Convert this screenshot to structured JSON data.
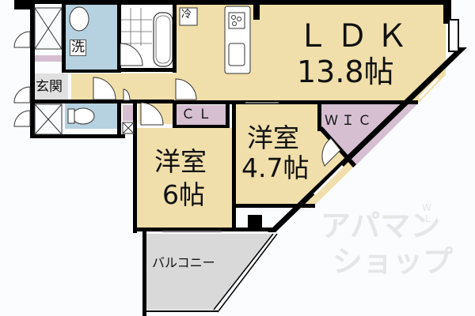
{
  "floor_plan": {
    "colors": {
      "living": "#f0dfaa",
      "wet_area": "#b6d1e0",
      "storage": "#d5bfd1",
      "balcony": "#d9d9d9",
      "wall": "#000000",
      "background": "#fbfcfd",
      "watermark": "#e6e6e6"
    },
    "rooms": {
      "ldk": {
        "name": "ＬＤＫ",
        "area": "13.8帖"
      },
      "western_room_1": {
        "name": "洋室",
        "area": "6帖"
      },
      "western_room_2": {
        "name": "洋室",
        "area": "4.7帖"
      },
      "closet": {
        "label": "ＣＬ"
      },
      "walk_in_closet": {
        "label": "ＷＩＣ"
      },
      "washroom": {
        "label": "洗"
      },
      "entrance": {
        "label": "玄関"
      },
      "refrigerator": {
        "label": "冷"
      },
      "balcony": {
        "label": "バルコニー"
      }
    },
    "watermark": {
      "line1": "アパマン",
      "line2": "ショップ",
      "tag_w": "W",
      "tag_l": "L"
    }
  }
}
